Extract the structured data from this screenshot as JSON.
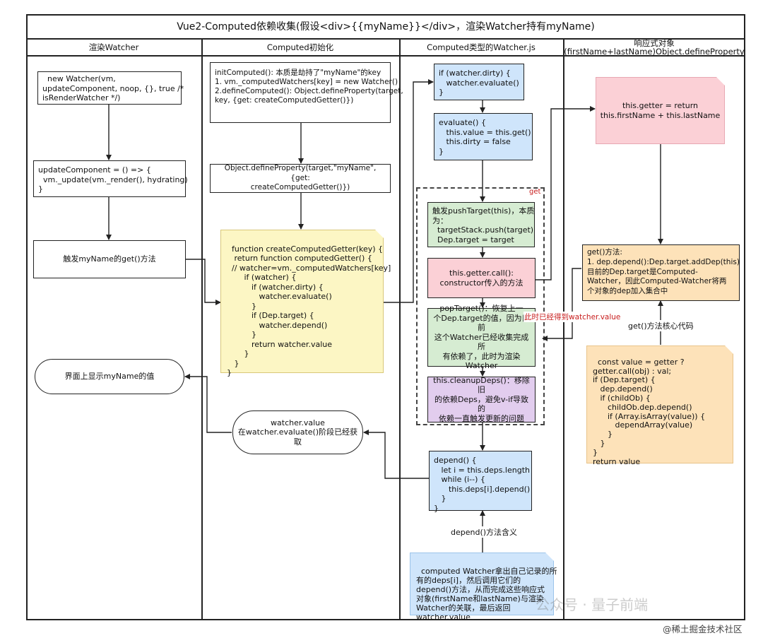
{
  "title": "Vue2-Computed依赖收集(假设<div>{{myName}}</div>，渲染Watcher持有myName)",
  "lanes": {
    "render": "渲染Watcher",
    "init": "Computed初始化",
    "watcher": "Computed类型的Watcher.js",
    "reactive": "响应式对象(firstName+lastName)Object.defineProperty"
  },
  "nodes": {
    "new_watcher": "  new Watcher(vm,\nupdateComponent, noop, {}, true /*\nisRenderWatcher */)",
    "update_component": "updateComponent = () => {\n  vm._update(vm._render(), hydrating)\n}",
    "trigger_get": "触发myName的get()方法",
    "display": "界面上显示myName的值",
    "init_computed": "initComputed(): 本质是劫持了\"myName\"的key\n1. vm._computedWatchers[key] = new Watcher()\n2.defineComputed(): Object.defineProperty(target,\nkey, {get: createComputedGetter()})",
    "define_property": "Object.defineProperty(target,\"myName\", {get:\ncreateComputedGetter()})",
    "create_getter": "function createComputedGetter(key) {\n   return function computedGetter() {\n  // watcher=vm._computedWatchers[key]\n       if (watcher) {\n          if (watcher.dirty) {\n             watcher.evaluate()\n          }\n          if (Dep.target) {\n             watcher.depend()\n          }\n          return watcher.value\n       }\n   }\n}",
    "watcher_value": "watcher.value\n在watcher.evaluate()阶段已经获\n取",
    "if_dirty": "if (watcher.dirty) {\n   watcher.evaluate()\n}",
    "evaluate": "evaluate() {\n   this.value = this.get()\n   this.dirty = false\n}",
    "push_target": "触发pushTarget(this)，本质\n为：\n  targetStack.push(target)\n  Dep.target = target",
    "getter_call": "this.getter.call():\nconstructor传入的方法",
    "pop_target": "popTarget()：恢复上一\n个Dep.target的值，因为目前\n这个Watcher已经收集完成所\n有依赖了，此时为渲染\nWatcher",
    "cleanup_deps": "this.cleanupDeps()：移除旧\n的依赖Deps，避免v-if导致的\n依赖一直触发更新的问题",
    "depend": "depend() {\n   let i = this.deps.length\n   while (i--) {\n      this.deps[i].depend()\n   }\n}",
    "depend_note": "computed Watcher拿出自己记录的所\n有的deps[i]，然后调用它们的\ndepend()方法，从而完成这些响应式\n对象(firstName和lastName)与渲染\nWatcher的关联，最后返回\nwatcher.value",
    "this_getter": "this.getter = return\nthis.firstName + this.lastName",
    "get_method": "get()方法:\n1. dep.depend():Dep.target.addDep(this)\n目前的Dep.target是Computed-\nWatcher，因此Computed-Watcher将两\n个对象的dep加入集合中",
    "get_code": "const value = getter ?\ngetter.call(obj) : val;\nif (Dep.target) {\n   dep.depend()\n   if (childOb) {\n      childOb.dep.depend()\n      if (Array.isArray(value)) {\n         dependArray(value)\n      }\n   }\n}\nreturn value"
  },
  "labels": {
    "get_group": "get",
    "already_got": "此时已经得到watcher.value",
    "get_core_code": "get()方法核心代码",
    "depend_meaning": "depend()方法含义"
  },
  "watermark": "公众号 · 量子前端",
  "footer_credit": "@稀土掘金技术社区",
  "colors": {
    "blue": "#cfe5fb",
    "green": "#d6ecd2",
    "pink": "#fbd0d6",
    "purple": "#e2cdee",
    "yellow": "#fcf6c4",
    "orange": "#fde2b9",
    "red_label": "#c81e1e"
  }
}
